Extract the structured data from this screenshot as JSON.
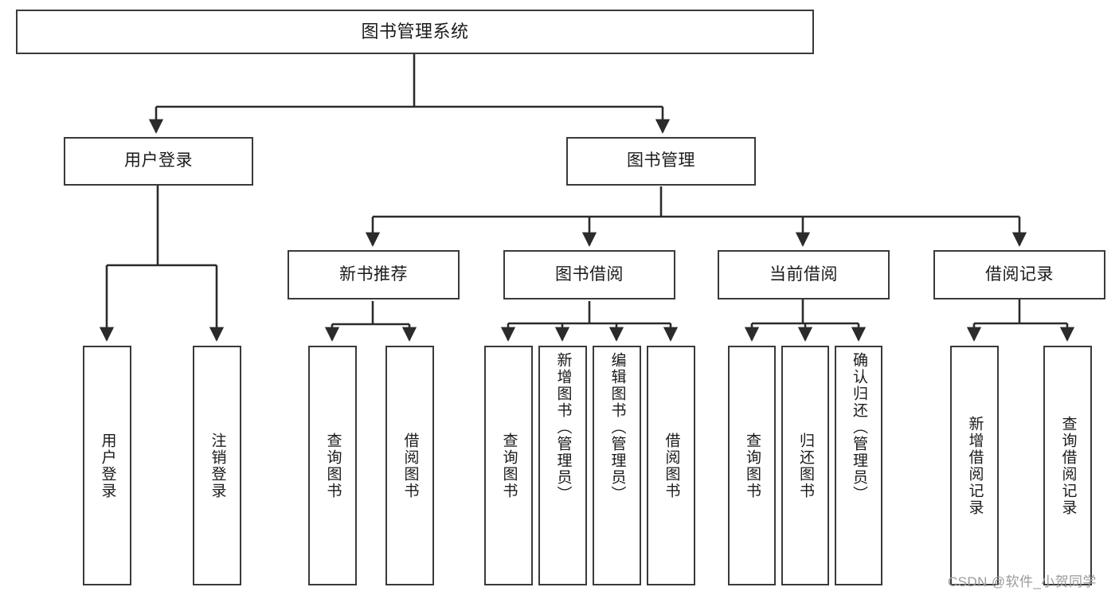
{
  "diagram": {
    "title": "图书管理系统",
    "type": "tree-hierarchy-chart",
    "root": {
      "label": "图书管理系统"
    },
    "level2": [
      {
        "label": "用户登录"
      },
      {
        "label": "图书管理"
      }
    ],
    "level3": [
      {
        "label": "新书推荐"
      },
      {
        "label": "图书借阅"
      },
      {
        "label": "当前借阅"
      },
      {
        "label": "借阅记录"
      }
    ],
    "leaves": {
      "user_login": [
        {
          "label": "用户登录"
        },
        {
          "label": "注销登录"
        }
      ],
      "new_book_recommend": [
        {
          "label": "查询图书"
        },
        {
          "label": "借阅图书"
        }
      ],
      "book_borrow": [
        {
          "label": "查询图书"
        },
        {
          "label": "新增图书（管理员）"
        },
        {
          "label": "编辑图书（管理员）"
        },
        {
          "label": "借阅图书"
        }
      ],
      "current_borrow": [
        {
          "label": "查询图书"
        },
        {
          "label": "归还图书"
        },
        {
          "label": "确认归还（管理员）"
        }
      ],
      "borrow_record": [
        {
          "label": "新增借阅记录"
        },
        {
          "label": "查询借阅记录"
        }
      ]
    }
  },
  "watermark": {
    "text": "CSDN @软件_小贺同学"
  },
  "colors": {
    "box_border": "#3a3a3a",
    "box_fill": "#ffffff",
    "line": "#2b2b2b",
    "text": "#1b1b1b",
    "watermark": "#9a9a9a",
    "background": "#ffffff"
  }
}
